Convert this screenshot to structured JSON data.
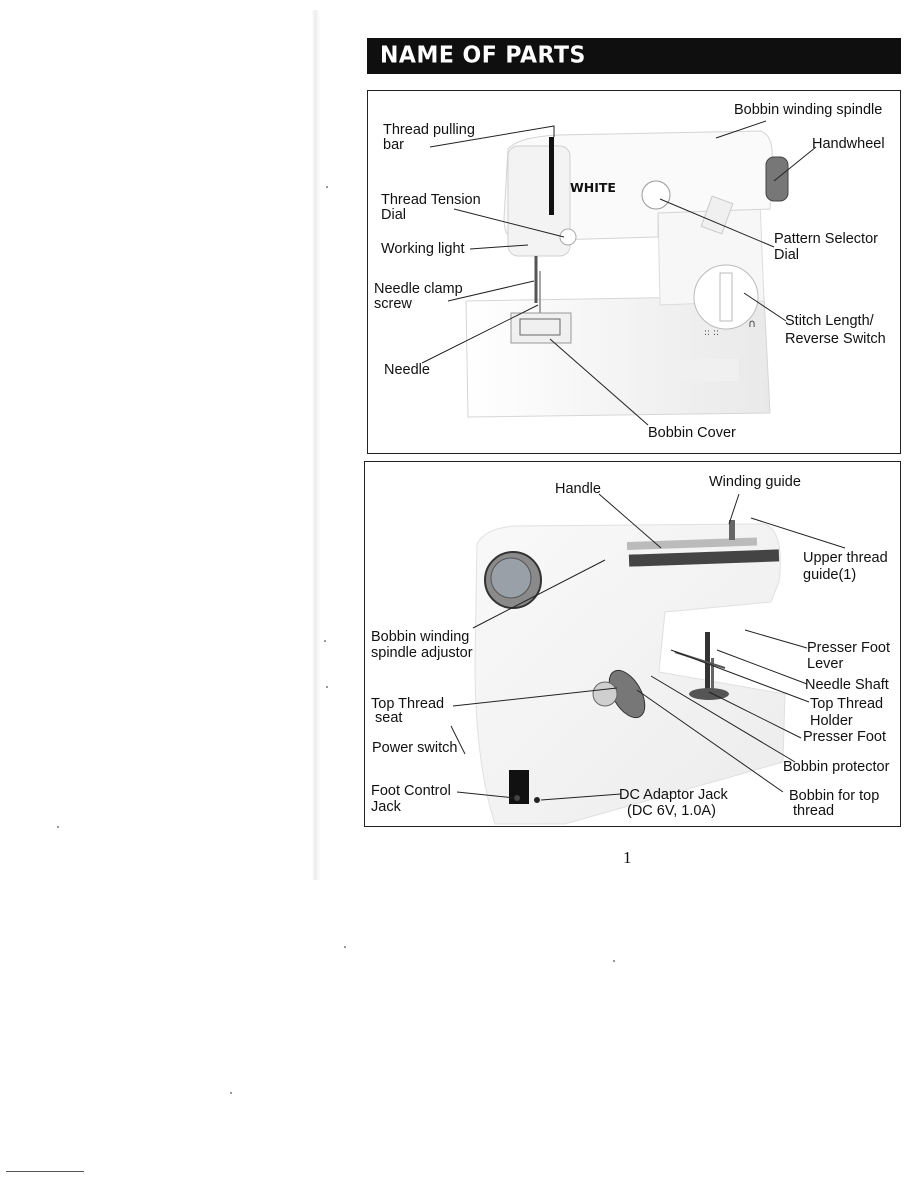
{
  "header": {
    "title": "NAME OF PARTS"
  },
  "front_view": {
    "brand": "WHITE",
    "labels": {
      "bobbin_winding_spindle": "Bobbin winding spindle",
      "thread_pulling_bar_1": "Thread pulling",
      "thread_pulling_bar_2": "bar",
      "handwheel": "Handwheel",
      "thread_tension_dial_1": "Thread Tension",
      "thread_tension_dial_2": "Dial",
      "working_light": "Working light",
      "pattern_selector_dial_1": "Pattern Selector",
      "pattern_selector_dial_2": "Dial",
      "needle_clamp_screw_1": "Needle clamp",
      "needle_clamp_screw_2": "screw",
      "stitch_length_1": "Stitch Length/",
      "stitch_length_2": "Reverse Switch",
      "needle": "Needle",
      "bobbin_cover": "Bobbin Cover"
    }
  },
  "side_view": {
    "labels": {
      "handle": "Handle",
      "winding_guide": "Winding guide",
      "upper_thread_guide_1": "Upper thread",
      "upper_thread_guide_2": "guide(1)",
      "bobbin_winding_adjustor_1": "Bobbin winding",
      "bobbin_winding_adjustor_2": "spindle adjustor",
      "presser_foot_lever_1": "Presser Foot",
      "presser_foot_lever_2": "Lever",
      "needle_shaft": "Needle Shaft",
      "top_thread_seat_1": "Top Thread",
      "top_thread_seat_2": "seat",
      "top_thread_holder_1": "Top Thread",
      "top_thread_holder_2": "Holder",
      "presser_foot": "Presser Foot",
      "power_switch": "Power switch",
      "bobbin_protector": "Bobbin protector",
      "foot_control_jack_1": "Foot Control",
      "foot_control_jack_2": "Jack",
      "dc_adaptor_jack_1": "DC Adaptor Jack",
      "dc_adaptor_jack_2": "(DC 6V, 1.0A)",
      "bobbin_top_thread_1": "Bobbin for top",
      "bobbin_top_thread_2": "thread"
    }
  },
  "footer": {
    "page_number": "1"
  }
}
